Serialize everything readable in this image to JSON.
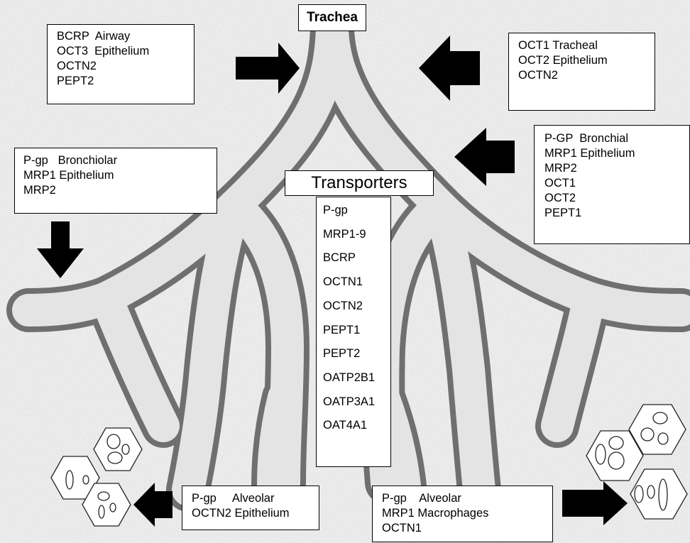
{
  "title": "Trachea",
  "center": {
    "heading": "Transporters",
    "items": [
      "P-gp",
      "MRP1-9",
      "BCRP",
      "OCTN1",
      "OCTN2",
      "PEPT1",
      "PEPT2",
      "OATP2B1",
      "OATP3A1",
      "OAT4A1"
    ]
  },
  "boxes": {
    "airway": [
      "BCRP  Airway",
      "OCT3  Epithelium",
      "OCTN2",
      "PEPT2"
    ],
    "tracheal": [
      "OCT1 Tracheal",
      "OCT2 Epithelium",
      "OCTN2"
    ],
    "bronchiolar": [
      "P-gp   Bronchiolar",
      "MRP1 Epithelium",
      "MRP2"
    ],
    "bronchial": [
      "P-GP  Bronchial",
      "MRP1 Epithelium",
      "MRP2",
      "OCT1",
      "OCT2",
      "PEPT1"
    ],
    "alveolar_epithelium": [
      "P-gp     Alveolar",
      "OCTN2 Epithelium"
    ],
    "alveolar_macrophages": [
      "P-gp    Alveolar",
      "MRP1 Macrophages",
      "OCTN1"
    ]
  }
}
